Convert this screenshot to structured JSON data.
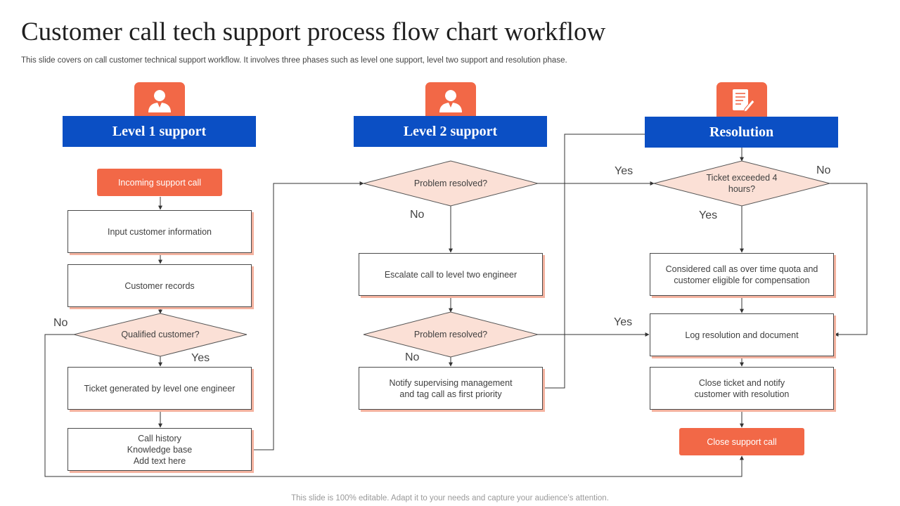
{
  "title": "Customer call tech support process flow chart workflow",
  "subtitle": "This slide covers on call customer technical support workflow. It involves three phases such as level one support, level two support and resolution phase.",
  "footer": "This slide is 100% editable. Adapt it to your needs and capture your audience’s attention.",
  "columns": [
    {
      "header": "Level 1 support",
      "icon": "user-headset-icon"
    },
    {
      "header": "Level 2 support",
      "icon": "user-headset-icon"
    },
    {
      "header": "Resolution",
      "icon": "document-pen-icon"
    }
  ],
  "level1": {
    "start": "Incoming support call",
    "input_info": "Input customer information",
    "records": "Customer records",
    "qualified": "Qualified customer?",
    "ticket": "Ticket generated by level one engineer",
    "history": "Call history\nKnowledge base\nAdd text here"
  },
  "level2": {
    "resolved1": "Problem resolved?",
    "escalate": "Escalate call to level two engineer",
    "resolved2": "Problem resolved?",
    "notify": "Notify supervising management\nand tag call as first priority"
  },
  "resolution": {
    "exceeded": "Ticket exceeded 4\nhours?",
    "overtime": "Considered call as over time quota and\ncustomer eligible for compensation",
    "log": "Log resolution and document",
    "close_ticket": "Close ticket and notify\ncustomer with resolution",
    "close_call": "Close support call"
  },
  "labels": {
    "yes": "Yes",
    "no": "No"
  },
  "colors": {
    "accent": "#f26847",
    "header_blue": "#0b4fc4",
    "diamond_fill": "#fbe0d6",
    "box_shadow": "#f4b3a0"
  }
}
